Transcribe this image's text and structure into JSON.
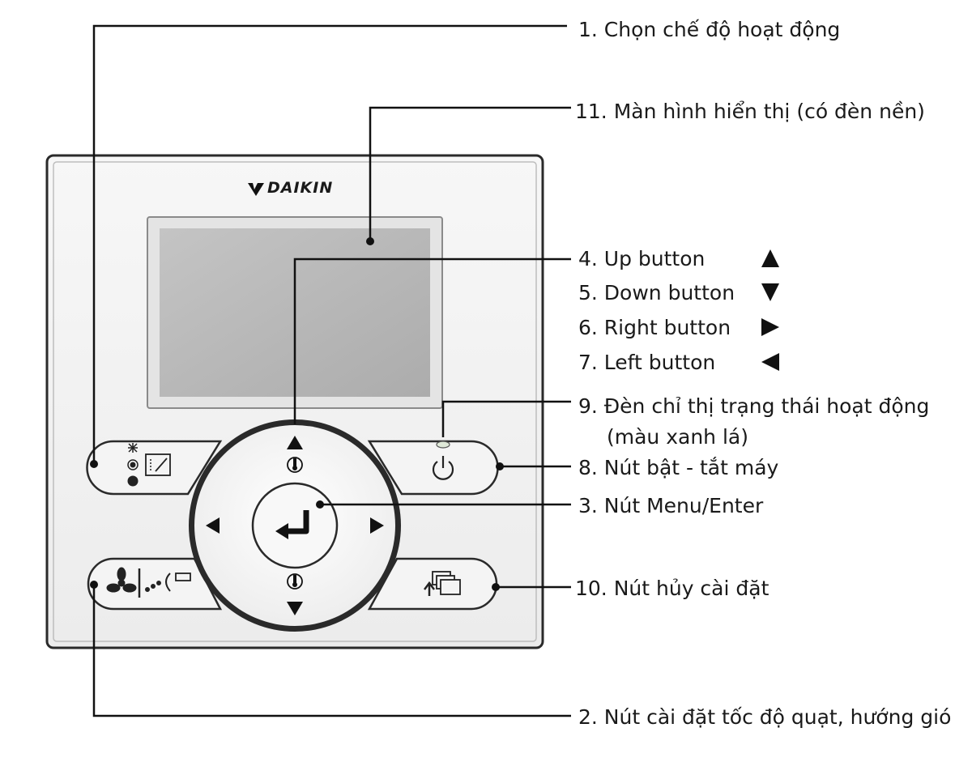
{
  "brand": {
    "name": "DAIKIN"
  },
  "labels": {
    "mode_select": "1. Chọn chế độ hoạt động",
    "display": "11.  Màn hình hiển thị (có đèn nền)",
    "up": "4. Up button",
    "down": "5. Down button",
    "right": "6. Right button",
    "left": "7. Left button",
    "status_light_line1": "9. Đèn chỉ thị trạng thái hoạt động",
    "status_light_line2": "(màu xanh lá)",
    "power": "8. Nút bật - tắt máy",
    "menu_enter": "3. Nút Menu/Enter",
    "cancel": "10.  Nút hủy cài đặt",
    "fan_speed": "2. Nút cài đặt tốc độ quạt, hướng gió"
  },
  "icons": {
    "up": "triangle-up-icon",
    "down": "triangle-down-icon",
    "right": "triangle-right-icon",
    "left": "triangle-left-icon"
  },
  "colors": {
    "panel": "#f3f3f3",
    "screen": "#b9b9b9",
    "line": "#111111",
    "status_led": "#9acd7a"
  }
}
